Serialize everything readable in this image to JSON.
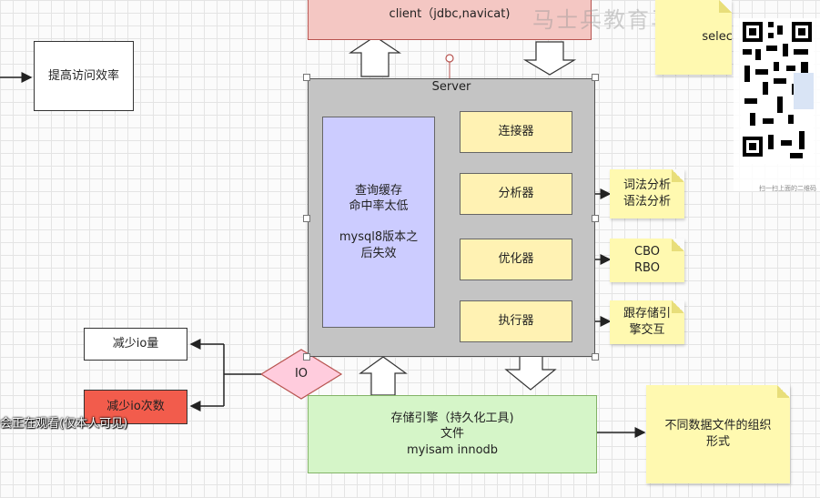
{
  "client": {
    "label": "client（jdbc,navicat)"
  },
  "watermark": "马士兵教育马士兵",
  "left_box": {
    "label": "提高访问效率"
  },
  "server": {
    "title": "Server"
  },
  "query_cache": {
    "line1": "查询缓存",
    "line2": "命中率太低",
    "line3": "mysql8版本之",
    "line4": "后失效"
  },
  "components": [
    {
      "label": "连接器"
    },
    {
      "label": "分析器"
    },
    {
      "label": "优化器"
    },
    {
      "label": "执行器"
    }
  ],
  "notes": {
    "analyzer": {
      "line1": "词法分析",
      "line2": "语法分析"
    },
    "optimizer": {
      "line1": "CBO",
      "line2": "RBO"
    },
    "executor": {
      "line1": "跟存储引",
      "line2": "擎交互"
    },
    "storage": {
      "line1": "不同数据文件的组织",
      "line2": "形式"
    },
    "top_partial": "select"
  },
  "storage": {
    "line1": "存储引擎（持久化工具)",
    "line2": "文件",
    "line3": "myisam  innodb"
  },
  "io": {
    "label": "IO"
  },
  "reduce_io_amount": {
    "label": "减少io量"
  },
  "reduce_io_count": {
    "label": "减少io次数"
  },
  "overlay_text": "会正在观看(仅本人可见)",
  "qr_caption": "扫一扫上面的二维码",
  "colors": {
    "client_fill": "#f4c7c3",
    "client_border": "#b85450",
    "server_fill": "#c4c4c4",
    "cache_fill": "#ccccff",
    "component_fill": "#fff2b3",
    "storage_fill": "#d5f5c8",
    "io_fill": "#ffccdd",
    "reduce_count_fill": "#f25c4c",
    "note_fill": "#fff9b0"
  }
}
